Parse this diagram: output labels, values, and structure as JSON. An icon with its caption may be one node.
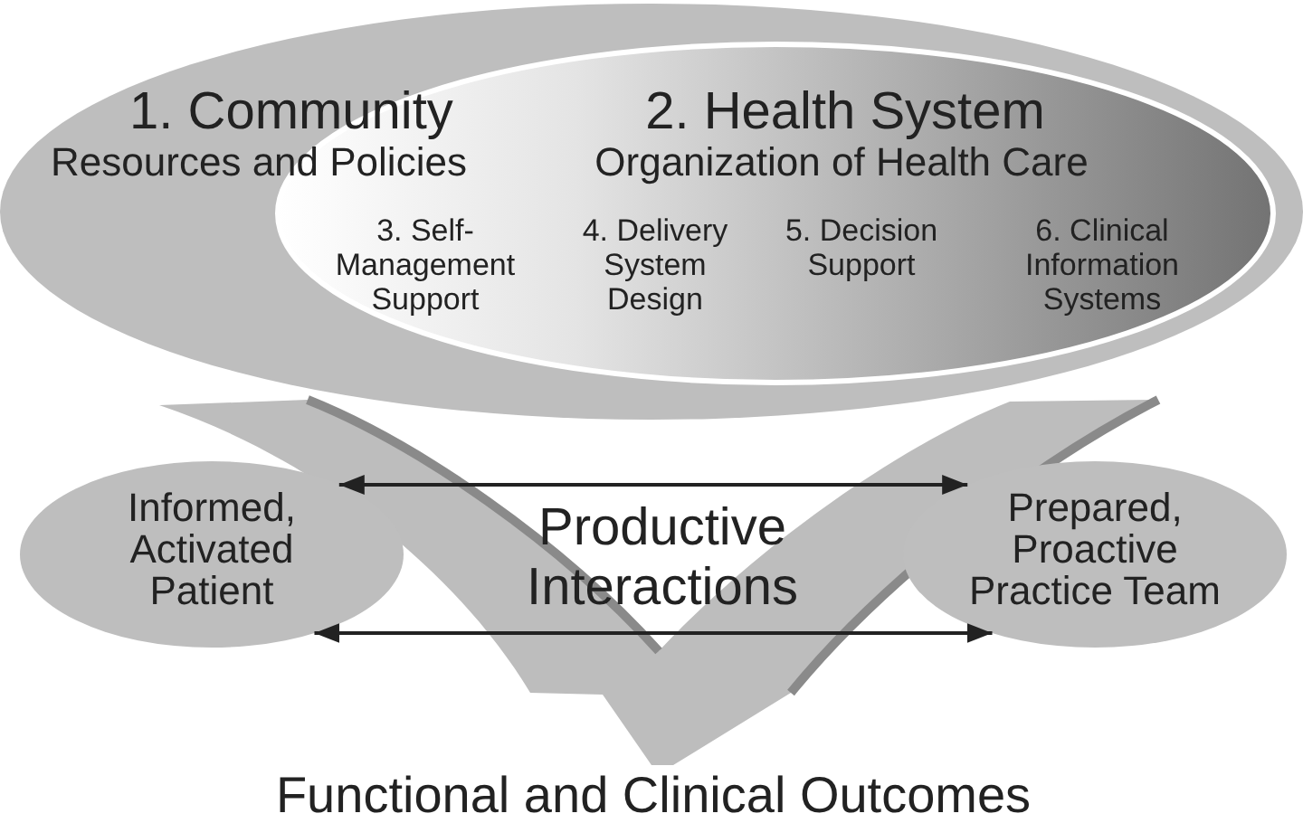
{
  "diagram": {
    "nodes": [
      {
        "text": [
          "1. Community",
          "Resources and Policies"
        ]
      },
      {
        "text": [
          "2. Health System",
          "Organization of Health Care",
          "3. Self-Management Support",
          "4. Delivery System Design",
          "5. Decision Support",
          "6. Clinical Information Systems"
        ],
        "in": 0
      },
      {
        "text": [
          "Informed, Activated Patient"
        ]
      },
      {
        "text": [
          "Prepared, Proactive Practice Team"
        ]
      }
    ],
    "edges": [
      {
        "from": 2,
        "to": 3,
        "arrow": "both"
      },
      {
        "from": 2,
        "to": 3,
        "arrow": "both"
      }
    ],
    "labels": [
      "Productive Interactions",
      "Functional and Clinical Outcomes"
    ]
  }
}
